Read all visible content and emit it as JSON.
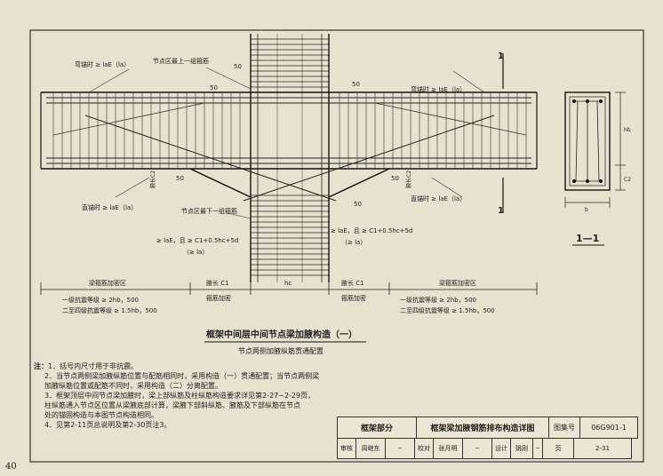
{
  "main_title": "框架中间层中间节点梁加腋构造（一）",
  "sub_title": "节点两侧加腋纵筋贯通配置",
  "section": {
    "mark_top": "1",
    "mark_bottom": "1",
    "title": "1—1",
    "dim_hb": "hb",
    "dim_c2": "C2",
    "dim_b": "b"
  },
  "labels": {
    "anchor_left_top": "弯锚时 ≥ laE（la）",
    "anchor_right_top": "弯锚时 ≥ laE（la）",
    "anchor_left_bottom": "直锚时 ≥ laE（la）",
    "anchor_right_bottom": "直锚时 ≥ laE（la）",
    "stirrup_top": "节点区最上一组箍筋",
    "stirrup_bottom": "节点区最下一组箍筋",
    "dim_50": "50",
    "rib_c2": "腋长C2",
    "anchor_left_len": "≥ laE，且 ≥ C1+0.5hc+5d",
    "anchor_left_len2": "（≥ la）",
    "anchor_right_len": "≥ laE，且 ≥ C1+0.5hc+5d",
    "anchor_right_len2": "（≥ la）"
  },
  "dims": {
    "dense_left": "梁箍筋加密区",
    "rib_left": "腋长 C1",
    "rib_left_note": "箍筋加密",
    "hc": "hc",
    "rib_right": "腋长 C1",
    "rib_right_note": "箍筋加密",
    "dense_right": "梁箍筋加密区",
    "grade1_left": "一级抗震等级  ≥ 2hb，500",
    "grade2_left": "二至四级抗震等级  ≥ 1.5hb，500",
    "grade1_right": "一级抗震等级  ≥ 2hb，500",
    "grade2_right": "二至四级抗震等级  ≥ 1.5hb，500"
  },
  "notes": {
    "head": "注：",
    "items": [
      "1．括号内尺寸用于非抗震。",
      "2．当节点两侧梁加腋纵筋位置与配筋相同时，采用构造（一）贯通配置；当节点两侧梁",
      "    加腋纵筋位置或配筋不同时，采用构造（二）分离配置。",
      "3．框架顶层中间节点梁加腋时，梁上部纵筋及柱纵筋构造要求详见第2-27~2-29页，",
      "    柱纵筋通入节点区位置从梁腋底部计算，梁腋下部斜纵筋、腋筋及下部纵筋在节点",
      "    处的锚固构造与本图节点构造相同。",
      "4．见第2-11页总说明及第2-30页注3。"
    ]
  },
  "title_block": {
    "category": "框架部分",
    "drawing_title": "框架梁加腋钢筋排布构造详图",
    "atlas_label": "图集号",
    "atlas_no": "06G901-1",
    "review_label": "审核",
    "review_name": "周继东",
    "check_label": "校对",
    "check_name": "张月明",
    "design_label": "设计",
    "design_name": "姚刚",
    "page_label": "页",
    "page_no": "2-31"
  },
  "page_number": "40"
}
